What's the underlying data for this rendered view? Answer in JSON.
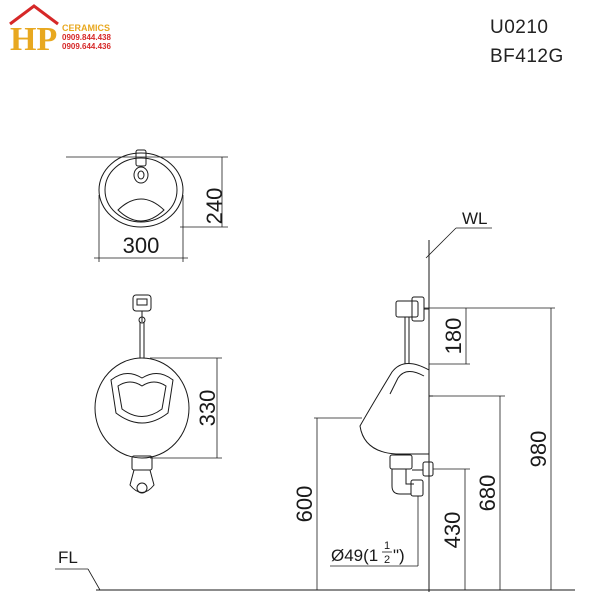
{
  "logo": {
    "letters": "HP",
    "brand": "CERAMICS",
    "phone1": "0909.844.438",
    "phone2": "0909.644.436",
    "color_primary": "#e8a820",
    "color_secondary": "#d62828"
  },
  "model": {
    "code1": "U0210",
    "code2": "BF412G"
  },
  "labels": {
    "wall": "WL",
    "floor": "FL"
  },
  "dimensions": {
    "top_width": "300",
    "top_depth": "240",
    "front_height": "330",
    "valve_offset": "180",
    "total_height": "980",
    "rim_height": "600",
    "outlet_height": "680",
    "drain_height": "430",
    "pipe_diameter_prefix": "Ø49(1",
    "pipe_fraction_num": "1",
    "pipe_fraction_den": "2",
    "pipe_diameter_suffix": "\")"
  }
}
